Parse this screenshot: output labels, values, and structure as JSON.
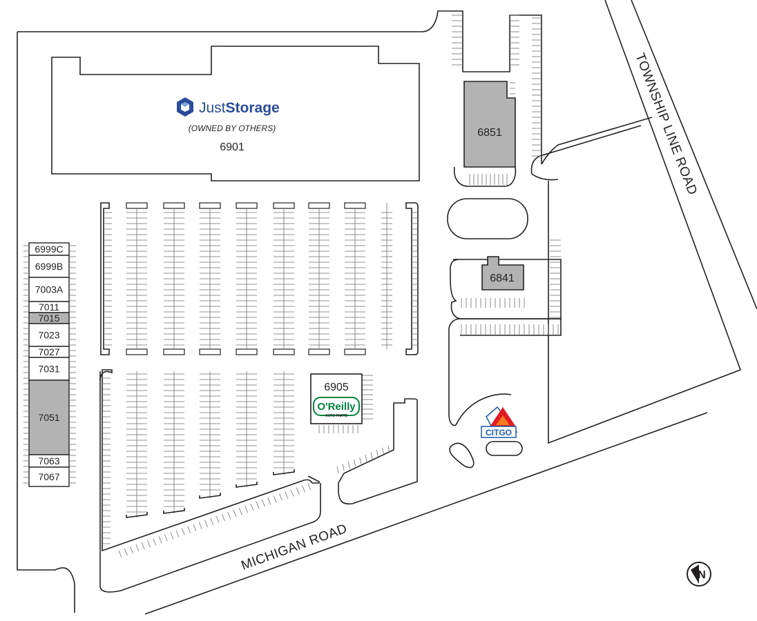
{
  "roads": {
    "township": "TOWNSHIP LINE ROAD",
    "michigan": "MICHIGAN ROAD"
  },
  "colors": {
    "leased": "#b3b3b3",
    "vacant": "#ffffff",
    "line": "#231f20",
    "justStorageBlue": "#2b4c9b",
    "oreillyGreen": "#00843d",
    "citgoRed": "#e31b23",
    "citgoBlue": "#1c5aa8"
  },
  "main_building": {
    "brand_first": "Just",
    "brand_second": "Storage",
    "brand_icon": "cube-logo-icon",
    "owner_note": "(OWNED BY OTHERS)",
    "number": "6901"
  },
  "outparcels": [
    {
      "number": "6851",
      "status": "leased"
    },
    {
      "number": "6841",
      "status": "leased"
    }
  ],
  "oreilly": {
    "number": "6905",
    "brand": "O'Reilly",
    "tagline": "AUTO PARTS"
  },
  "citgo": {
    "brand": "CITGO",
    "icon": "citgo-trimark-icon"
  },
  "strip_units": [
    {
      "number": "6999C",
      "status": "vacant"
    },
    {
      "number": "6999B",
      "status": "vacant"
    },
    {
      "number": "7003A",
      "status": "vacant"
    },
    {
      "number": "7011",
      "status": "vacant"
    },
    {
      "number": "7015",
      "status": "leased"
    },
    {
      "number": "7023",
      "status": "vacant"
    },
    {
      "number": "7027",
      "status": "vacant"
    },
    {
      "number": "7031",
      "status": "vacant"
    },
    {
      "number": "7051",
      "status": "leased"
    },
    {
      "number": "7063",
      "status": "vacant"
    },
    {
      "number": "7067",
      "status": "vacant"
    }
  ],
  "north_arrow": {
    "letter": "N",
    "icon": "north-arrow-icon"
  }
}
